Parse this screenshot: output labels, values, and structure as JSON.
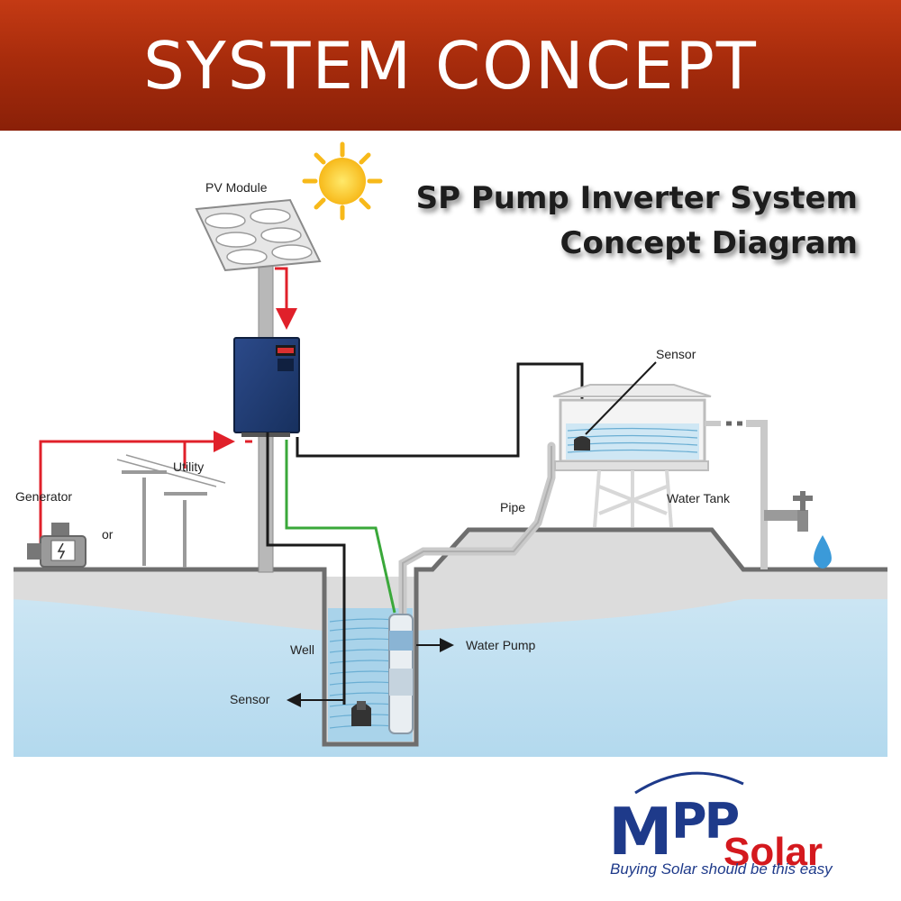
{
  "banner": {
    "title": "SYSTEM CONCEPT"
  },
  "diagram": {
    "title_line1": "SP Pump Inverter System",
    "title_line2": "Concept Diagram",
    "labels": {
      "pv_module": "PV Module",
      "generator": "Generator",
      "utility": "Utility",
      "or": "or",
      "sensor_tank": "Sensor",
      "pipe": "Pipe",
      "water_tank": "Water Tank",
      "well": "Well",
      "sensor_well": "Sensor",
      "water_pump": "Water Pump"
    }
  },
  "brand": {
    "logo_mpp": "MPP",
    "logo_solar": "Solar",
    "tagline": "Buying Solar should be this easy"
  },
  "colors": {
    "banner": "#a82c0c",
    "power_line": "#e0202a",
    "signal_line": "#1a1a1a",
    "pump_line": "#3aa83a",
    "water": "#bfe0f0",
    "ground": "#cfcfcf",
    "brand_blue": "#1e3a8a",
    "brand_red": "#d4191e"
  }
}
